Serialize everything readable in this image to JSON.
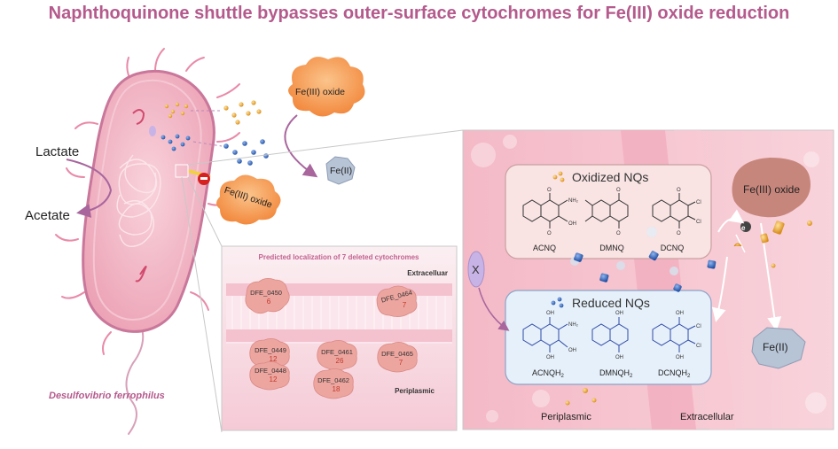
{
  "title": "Naphthoquinone shuttle bypasses outer-surface cytochromes for Fe(III) oxide reduction",
  "cell": {
    "lactate": "Lactate",
    "acetate": "Acetate",
    "organism": "Desulfovibrio ferrophilus",
    "fe3_top": "Fe(III) oxide",
    "fe3_mid": "Fe(III) oxide",
    "fe2_top": "Fe(II)"
  },
  "inset": {
    "title": "Predicted localization of 7 deleted cytochromes",
    "extracellular": "Extracelluar",
    "periplasmic": "Periplasmic",
    "cytochromes": [
      {
        "id": "DFE_0450",
        "hemes": "6"
      },
      {
        "id": "DFE_0464",
        "hemes": "7"
      },
      {
        "id": "DFE_0449",
        "hemes": "12"
      },
      {
        "id": "DFE_0461",
        "hemes": "26"
      },
      {
        "id": "DFE_0465",
        "hemes": "7"
      },
      {
        "id": "DFE_0448",
        "hemes": "12"
      },
      {
        "id": "DFE_0462",
        "hemes": "18"
      }
    ]
  },
  "right": {
    "oxidized_title": "Oxidized NQs",
    "reduced_title": "Reduced NQs",
    "oxidized": [
      "ACNQ",
      "DMNQ",
      "DCNQ"
    ],
    "reduced": [
      "ACNQH",
      "DMNQH",
      "DCNQH"
    ],
    "sub2": "2",
    "block_mark": "X",
    "electron": "e",
    "fe3": "Fe(III) oxide",
    "fe2": "Fe(II)",
    "periplasmic": "Periplasmic",
    "extracellular": "Extracellular",
    "nh2": "NH₂",
    "oh": "OH",
    "o": "O",
    "cl": "Cl"
  },
  "colors": {
    "title": "#b45a8c",
    "cell_fill": "#f2b3c3",
    "cell_stroke": "#c9779a",
    "fe3_fill": "#f7a25a",
    "fe2_fill": "#b7c4d6",
    "panel_bg": "#f6c7d1",
    "oxidized_box": "#f9e3e3",
    "reduced_box": "#e6f0fa",
    "blue_ball": "#2e63b8",
    "yellow_ball": "#e9a936"
  }
}
